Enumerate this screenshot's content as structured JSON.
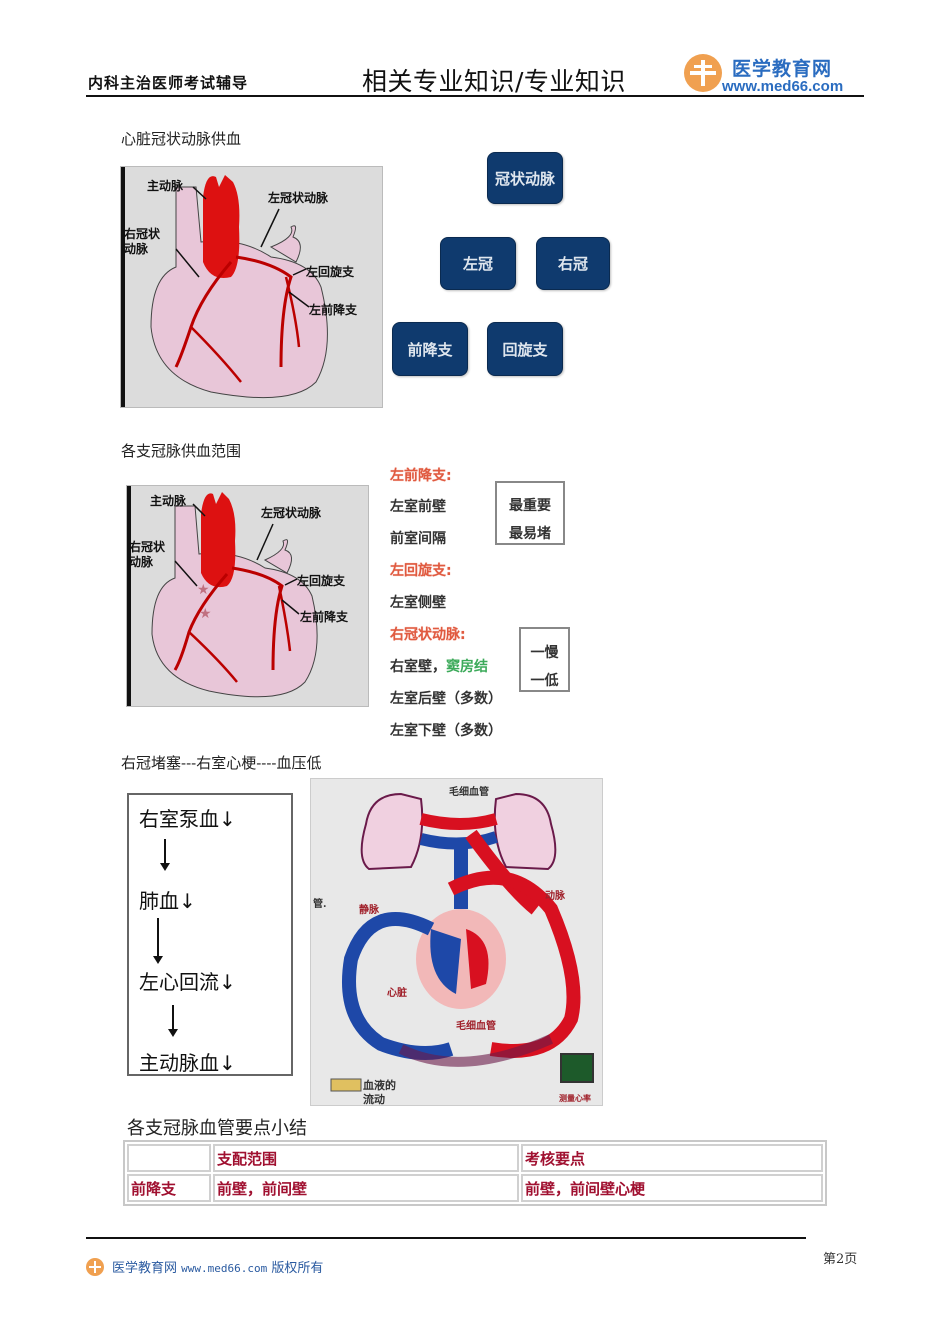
{
  "header": {
    "left_title": "内科主治医师考试辅导",
    "center_title": "相关专业知识/专业知识",
    "logo": {
      "name": "医学教育网",
      "url": "www.med66.com",
      "color": "#2a6cc0",
      "icon_color": "#f0a050"
    }
  },
  "section1": {
    "label": "心脏冠状动脉供血",
    "heart_labels": {
      "aorta": "主动脉",
      "left_coronary": "左冠状动脉",
      "right_coronary_line1": "右冠状",
      "right_coronary_line2": "动脉",
      "circumflex": "左回旋支",
      "lad": "左前降支"
    },
    "tree": {
      "root": "冠状动脉",
      "left": "左冠",
      "right": "右冠",
      "left_child1": "前降支",
      "left_child2": "回旋支"
    },
    "box_color": "#0f3a6e"
  },
  "section2": {
    "label": "各支冠脉供血范围",
    "heart_labels": {
      "aorta": "主动脉",
      "left_coronary": "左冠状动脉",
      "right_coronary_line1": "右冠状",
      "right_coronary_line2": "动脉",
      "circumflex": "左回旋支",
      "lad": "左前降支"
    },
    "supply": {
      "lad_title": "左前降支:",
      "lad_item1": "左室前壁",
      "lad_item2": "前室间隔",
      "lcx_title": "左回旋支:",
      "lcx_item1": "左室侧壁",
      "rca_title": "右冠状动脉:",
      "rca_item1_prefix": "右室壁，",
      "rca_item1_highlight": "窦房结",
      "rca_item2": "左室后壁（多数）",
      "rca_item3": "左室下壁（多数）"
    },
    "note1": {
      "line1": "最重要",
      "line2": "最易堵"
    },
    "note2": {
      "line1": "一慢",
      "line2": "一低"
    },
    "title_color": "#e05a40",
    "highlight_color": "#3caa5a"
  },
  "section3": {
    "label": "右冠堵塞---右室心梗----血压低",
    "flow": [
      "右室泵血↓",
      "肺血↓",
      "左心回流↓",
      "主动脉血↓"
    ],
    "circulation_labels": {
      "capillary_top": "毛细血管",
      "vein": "静脉",
      "artery": "动脉",
      "heart": "心脏",
      "capillary_bottom": "毛细血管",
      "flow_line1": "血液的",
      "flow_line2": "流动",
      "heart_rate": "测量心率",
      "side_fragment": "管."
    }
  },
  "summary_table": {
    "title": "各支冠脉血管要点小结",
    "headers": [
      "",
      "支配范围",
      "考核要点"
    ],
    "rows": [
      [
        "前降支",
        "前壁，前间壁",
        "前壁，前间壁心梗"
      ]
    ],
    "text_color": "#a01030"
  },
  "footer": {
    "brand": "医学教育网",
    "url": "www.med66.com",
    "rights": "版权所有",
    "page": "第2页"
  }
}
